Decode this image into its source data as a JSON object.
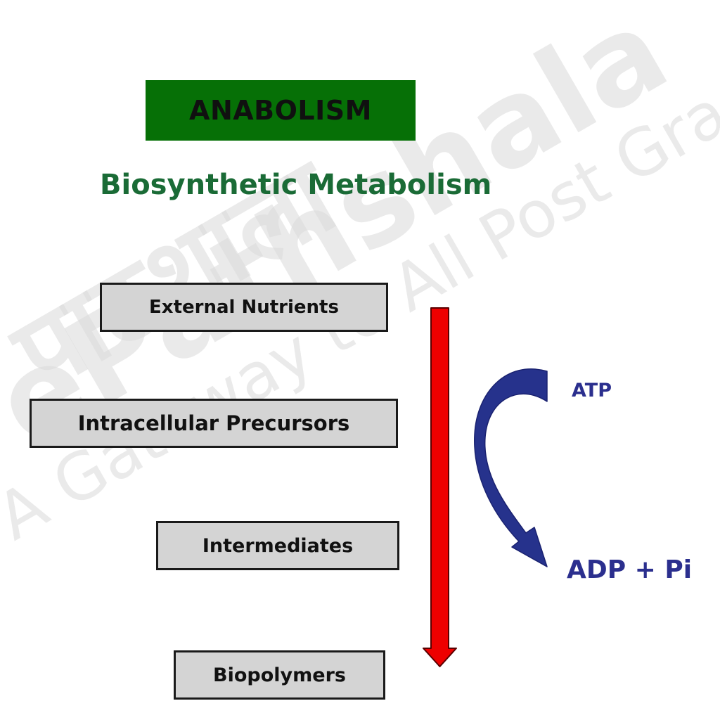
{
  "title": "ANABOLISM",
  "subtitle": "Biosynthetic Metabolism",
  "steps": [
    "External Nutrients",
    "Intracellular Precursors",
    "Intermediates",
    "Biopolymers"
  ],
  "energy": {
    "input": "ATP",
    "output": "ADP + Pi"
  },
  "watermark": {
    "brand": "ePathshala",
    "hindi": "पाठशाला",
    "tagline": "A Gateway to All Post Graduate Courses"
  },
  "colors": {
    "banner": "#067006",
    "subtitle": "#1a6b36",
    "flow_arrow": "#ee0000",
    "energy_arrow": "#2b2f8e",
    "box_fill": "#d4d4d4"
  }
}
